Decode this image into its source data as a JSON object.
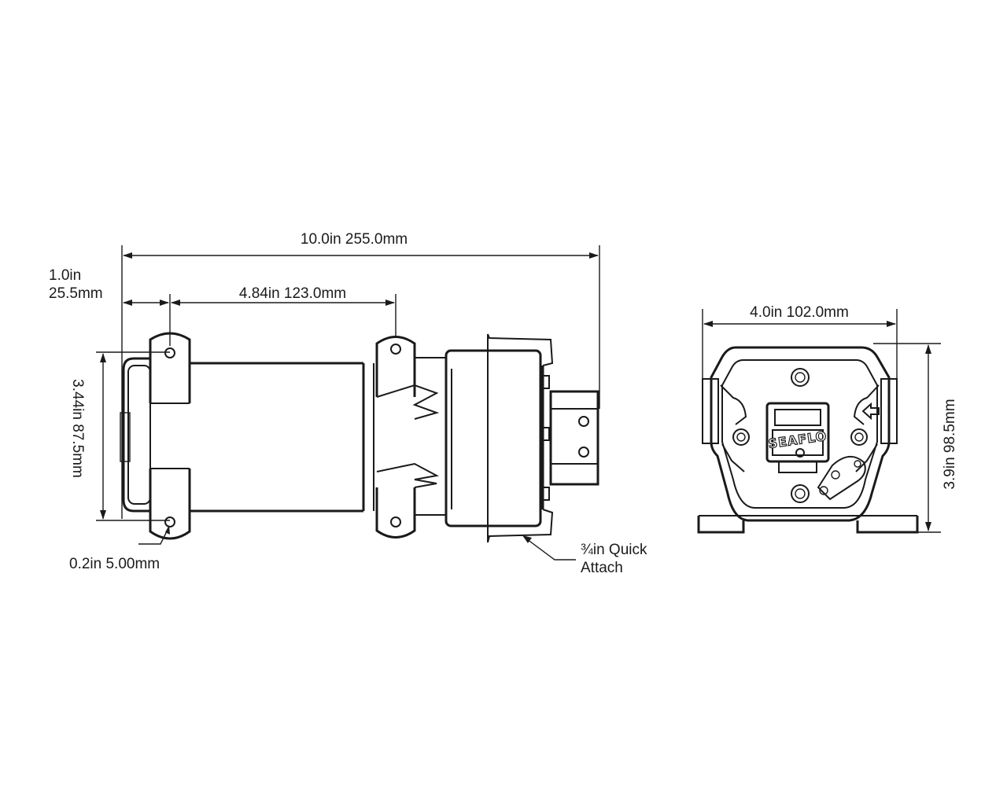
{
  "side_view": {
    "overall_length": "10.0in  255.0mm",
    "flange_offset_in": "1.0in",
    "flange_offset_mm": "25.5mm",
    "mount_spacing": "4.84in  123.0mm",
    "mount_height": "3.44in 87.5mm",
    "hole_diameter": "0.2in 5.00mm",
    "port_label_line1": "¾in Quick",
    "port_label_line2": "Attach"
  },
  "end_view": {
    "width": "4.0in  102.0mm",
    "height": "3.9in  98.5mm",
    "brand_mark": "SEAFLO"
  },
  "colors": {
    "line": "#1a1a1a",
    "background": "#ffffff"
  }
}
